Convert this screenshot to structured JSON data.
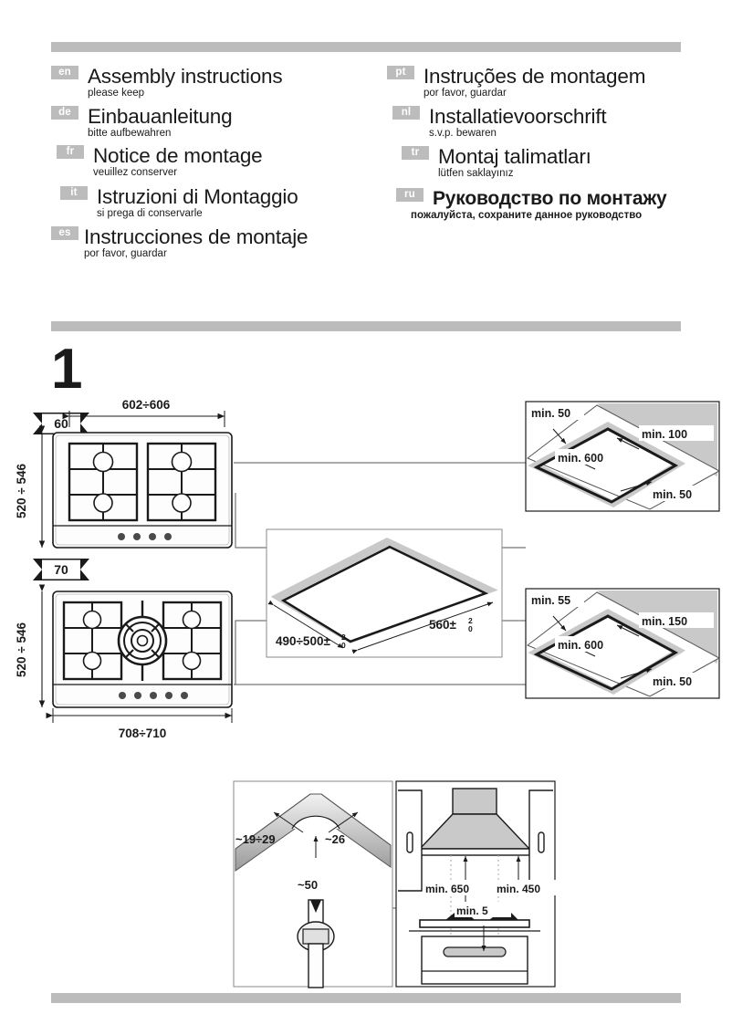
{
  "document": {
    "type": "appliance-assembly-instructions",
    "step_number": "1"
  },
  "languages": {
    "left": [
      {
        "code": "en",
        "title": "Assembly instructions",
        "subtitle": "please keep"
      },
      {
        "code": "de",
        "title": "Einbauanleitung",
        "subtitle": "bitte aufbewahren"
      },
      {
        "code": "fr",
        "title": "Notice de montage",
        "subtitle": "veuillez conserver"
      },
      {
        "code": "it",
        "title": "Istruzioni di Montaggio",
        "subtitle": "si prega di conservarle"
      },
      {
        "code": "es",
        "title": "Instrucciones de montaje",
        "subtitle": "por favor, guardar"
      }
    ],
    "right": [
      {
        "code": "pt",
        "title": "Instruções de montagem",
        "subtitle": "por favor, guardar"
      },
      {
        "code": "nl",
        "title": "Installatievoorschrift",
        "subtitle": "s.v.p. bewaren"
      },
      {
        "code": "tr",
        "title": "Montaj talimatları",
        "subtitle": "lütfen saklayınız"
      },
      {
        "code": "ru",
        "title": "Руководство по монтажу",
        "subtitle": "пожалуйста, сохраните данное руководство"
      }
    ]
  },
  "diagram": {
    "hob60": {
      "badge": "60",
      "width_label": "602÷606",
      "depth_label": "520 ÷ 546",
      "burner_count": 4,
      "knob_count": 4
    },
    "hob70": {
      "badge": "70",
      "width_label": "708÷710",
      "depth_label": "520 ÷ 546",
      "burner_count": 5,
      "knob_count": 5
    },
    "cutout": {
      "depth_label": "490÷500±",
      "depth_tol_upper": "2",
      "depth_tol_lower": "0",
      "width_label": "560±",
      "width_tol_upper": "2",
      "width_tol_lower": "0"
    },
    "clearance60": {
      "left": "min. 50",
      "rear": "min. 100",
      "above": "min. 600",
      "front": "min. 50"
    },
    "clearance70": {
      "left": "min. 55",
      "rear": "min. 150",
      "above": "min. 600",
      "front": "min. 50"
    },
    "gas_connection": {
      "range_label": "~19÷29",
      "offset_label": "~26",
      "drop_label": "~50"
    },
    "hood": {
      "electric_label": "min. 650",
      "gas_label": "min. 450",
      "base_label": "min. 5"
    }
  },
  "colors": {
    "rule_grey": "#bcbcbc",
    "tag_grey": "#bcbcbc",
    "ink": "#1a1a1a",
    "panel_grey": "#c9c9c9",
    "light_grey": "#e8e8e8"
  }
}
